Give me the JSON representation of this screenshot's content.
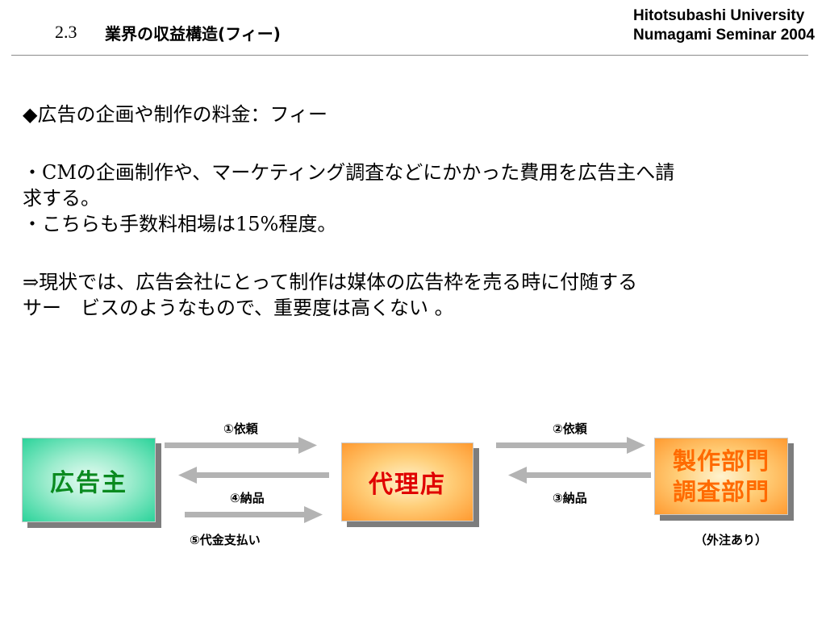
{
  "header": {
    "section_number": "2.3",
    "title": "業界の収益構造(フィー)",
    "org_line1": "Hitotsubashi University",
    "org_line2": "Numagami Seminar 2004"
  },
  "body": {
    "line1": "◆広告の企画や制作の料金：フィー",
    "line2": "・CMの企画制作や、マーケティング調査などにかかった費用を広告主へ請",
    "line3": "求する。",
    "line4": "・こちらも手数料相場は15%程度。",
    "line5": "⇒現状では、広告会社にとって制作は媒体の広告枠を売る時に付随する",
    "line6": "サー　ビスのようなもので、重要度は高くない 。"
  },
  "diagram": {
    "advertiser": "広告主",
    "agency": "代理店",
    "production_line1": "製作部門",
    "production_line2": "調査部門",
    "step1": "①依頼",
    "step2": "②依頼",
    "step3": "③納品",
    "step4": "④納品",
    "step5": "⑤代金支払い",
    "outsourced_note": "（外注あり）"
  },
  "colors": {
    "arrow": "#b3b3b3",
    "advertiser_text": "#0a8a1f",
    "agency_text": "#e00000",
    "production_text": "#ff6a00"
  }
}
